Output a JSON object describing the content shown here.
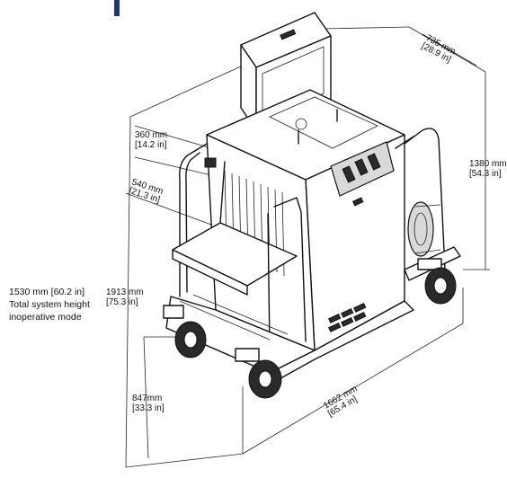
{
  "note": {
    "line1": "1530 mm [60.2 in]",
    "line2": "Total system height",
    "line3": "inoperative mode"
  },
  "dimensions": {
    "depth": {
      "mm": "735 mm",
      "in": "[28.9 in]"
    },
    "height_right": {
      "mm": "1380 mm",
      "in": "[54.3 in]"
    },
    "panel_height": {
      "mm": "360 mm",
      "in": "[14.2 in]"
    },
    "tunnel_width": {
      "mm": "540 mm",
      "in": "[21.3 in]"
    },
    "total_height": {
      "mm": "1913 mm",
      "in": "[75.3 in]"
    },
    "table_height": {
      "mm": "847mm",
      "in": "[33.3 in]"
    },
    "length": {
      "mm": "1662 mm",
      "in": "[65.4 in]"
    }
  },
  "colors": {
    "accent": "#23356f",
    "line": "#111111"
  }
}
